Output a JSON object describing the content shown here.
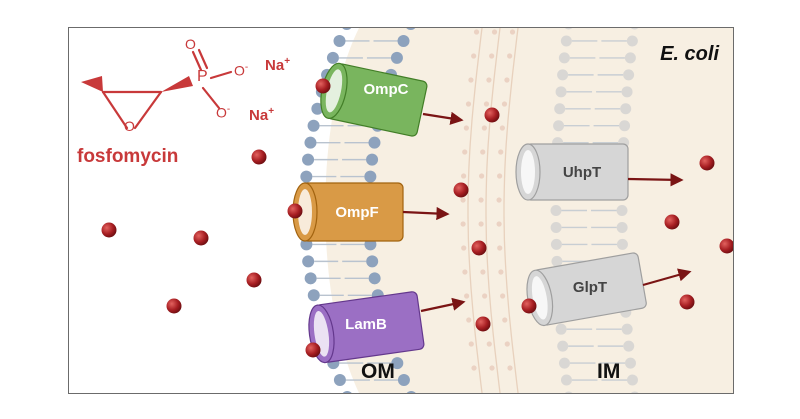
{
  "molecule": {
    "name": "fosfomycin",
    "na_label": "Na",
    "charge_plus": "+",
    "charge_minus": "-",
    "oxygen": "O",
    "phosphorus": "P"
  },
  "organism": "E. coli",
  "membranes": {
    "outer": "OM",
    "inner": "IM"
  },
  "channels": [
    {
      "name": "OmpC",
      "color": "#79b55e"
    },
    {
      "name": "OmpF",
      "color": "#d99a46"
    },
    {
      "name": "LamB",
      "color": "#9b6fc4"
    },
    {
      "name": "UhpT",
      "color": "#d6d6d6"
    },
    {
      "name": "GlpT",
      "color": "#d6d6d6"
    }
  ],
  "colors": {
    "fosfomycin": "#c8393a",
    "dot": "#a71e22",
    "arrow": "#7a1414",
    "periplasm": "#f7efe2",
    "lipid_head": "#8da2bd"
  }
}
